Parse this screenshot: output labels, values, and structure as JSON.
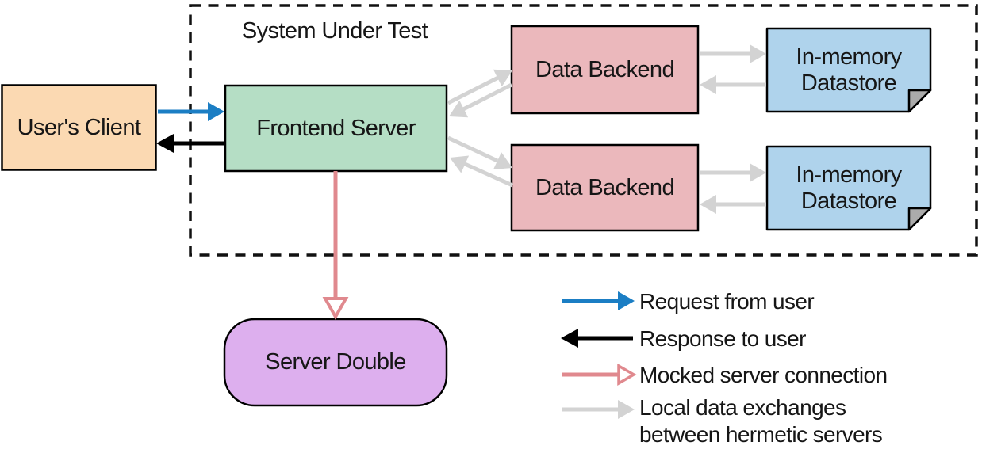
{
  "diagram": {
    "title": "System Under Test",
    "nodes": {
      "users_client": {
        "label": "User's Client",
        "fill": "#fbd9b2"
      },
      "frontend_server": {
        "label": "Frontend Server",
        "fill": "#b5dec5"
      },
      "data_backend_1": {
        "label": "Data Backend",
        "fill": "#ebb8bc"
      },
      "data_backend_2": {
        "label": "Data Backend",
        "fill": "#ebb8bc"
      },
      "inmemory_datastore_1": {
        "label": "In-memory Datastore",
        "fill": "#afd3ec"
      },
      "inmemory_datastore_2": {
        "label": "In-memory Datastore",
        "fill": "#afd3ec"
      },
      "server_double": {
        "label": "Server Double",
        "fill": "#ddafee"
      }
    },
    "fold_fill": "#ababab",
    "border_color": "#000000",
    "legend": {
      "items": [
        {
          "id": "request",
          "label": "Request from user",
          "color": "#1b7ec4",
          "arrow": "solid-right"
        },
        {
          "id": "response",
          "label": "Response to user",
          "color": "#000000",
          "arrow": "solid-left"
        },
        {
          "id": "mocked",
          "label": "Mocked server connection",
          "color": "#e0898e",
          "arrow": "hollow-right"
        },
        {
          "id": "local",
          "label": "Local data exchanges between hermetic servers",
          "color": "#d3d3d3",
          "arrow": "solid-right"
        }
      ]
    }
  }
}
